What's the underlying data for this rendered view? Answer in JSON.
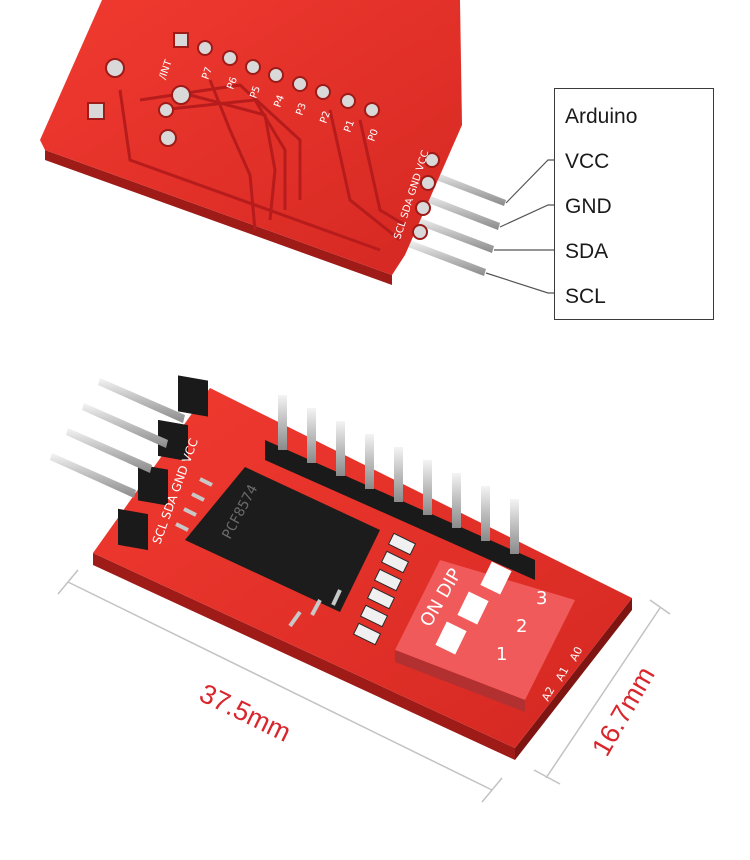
{
  "connection_labels": {
    "heading": "Arduino",
    "pins": [
      "VCC",
      "GND",
      "SDA",
      "SCL"
    ]
  },
  "board_silkscreen": {
    "top_view_pins": [
      "/INT",
      "P7",
      "P6",
      "P5",
      "P4",
      "P3",
      "P2",
      "P1",
      "P0"
    ],
    "header_pins": "SCL SDA GND VCC",
    "chip_label": "PCF8574",
    "dip_switch_label": "ON DIP",
    "dip_numbers": [
      "1",
      "2",
      "3"
    ],
    "address_labels": [
      "A2",
      "A1",
      "A0"
    ]
  },
  "dimensions": {
    "length": "37.5mm",
    "width": "16.7mm"
  },
  "colors": {
    "pcb_red": "#e8302c",
    "pcb_dark_red": "#b71c1c",
    "dimension_text": "#d8262c",
    "dip_switch": "#f05a5a",
    "chip_black": "#1c1c1c"
  }
}
